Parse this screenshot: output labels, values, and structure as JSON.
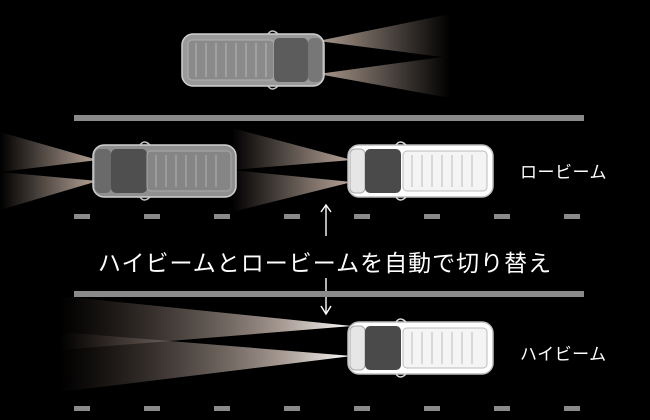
{
  "labels": {
    "low_beam": "ロービーム",
    "high_beam": "ハイビーム",
    "caption": "ハイビームとロービームを自動で切り替え"
  },
  "colors": {
    "background": "#000000",
    "road_line": "#8a8a8a",
    "dark_car": "#8f8f8f",
    "light_car": "#ffffff",
    "beam": "#c8b4a6",
    "text": "#ffffff"
  }
}
